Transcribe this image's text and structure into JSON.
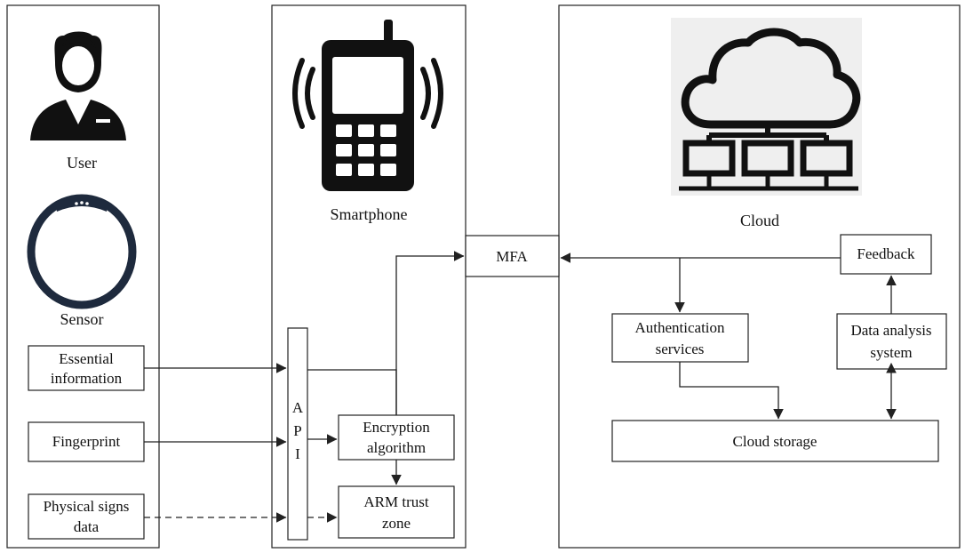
{
  "panels": {
    "left": {
      "user_label": "User",
      "sensor_label": "Sensor"
    },
    "middle": {
      "title": "Smartphone"
    },
    "right": {
      "title": "Cloud"
    }
  },
  "boxes": {
    "essential": [
      "Essential",
      "information"
    ],
    "fingerprint": "Fingerprint",
    "physical": [
      "Physical signs",
      "data"
    ],
    "api": [
      "A",
      "P",
      "I"
    ],
    "encryption": [
      "Encryption",
      "algorithm"
    ],
    "arm": [
      "ARM trust",
      "zone"
    ],
    "mfa": "MFA",
    "feedback": "Feedback",
    "auth": [
      "Authentication",
      "services"
    ],
    "analysis": [
      "Data analysis",
      "system"
    ],
    "storage": "Cloud storage"
  },
  "icons": {
    "user": "user-icon",
    "sensor": "wristband-sensor-icon",
    "phone": "smartphone-icon",
    "cloud": "cloud-network-icon"
  }
}
